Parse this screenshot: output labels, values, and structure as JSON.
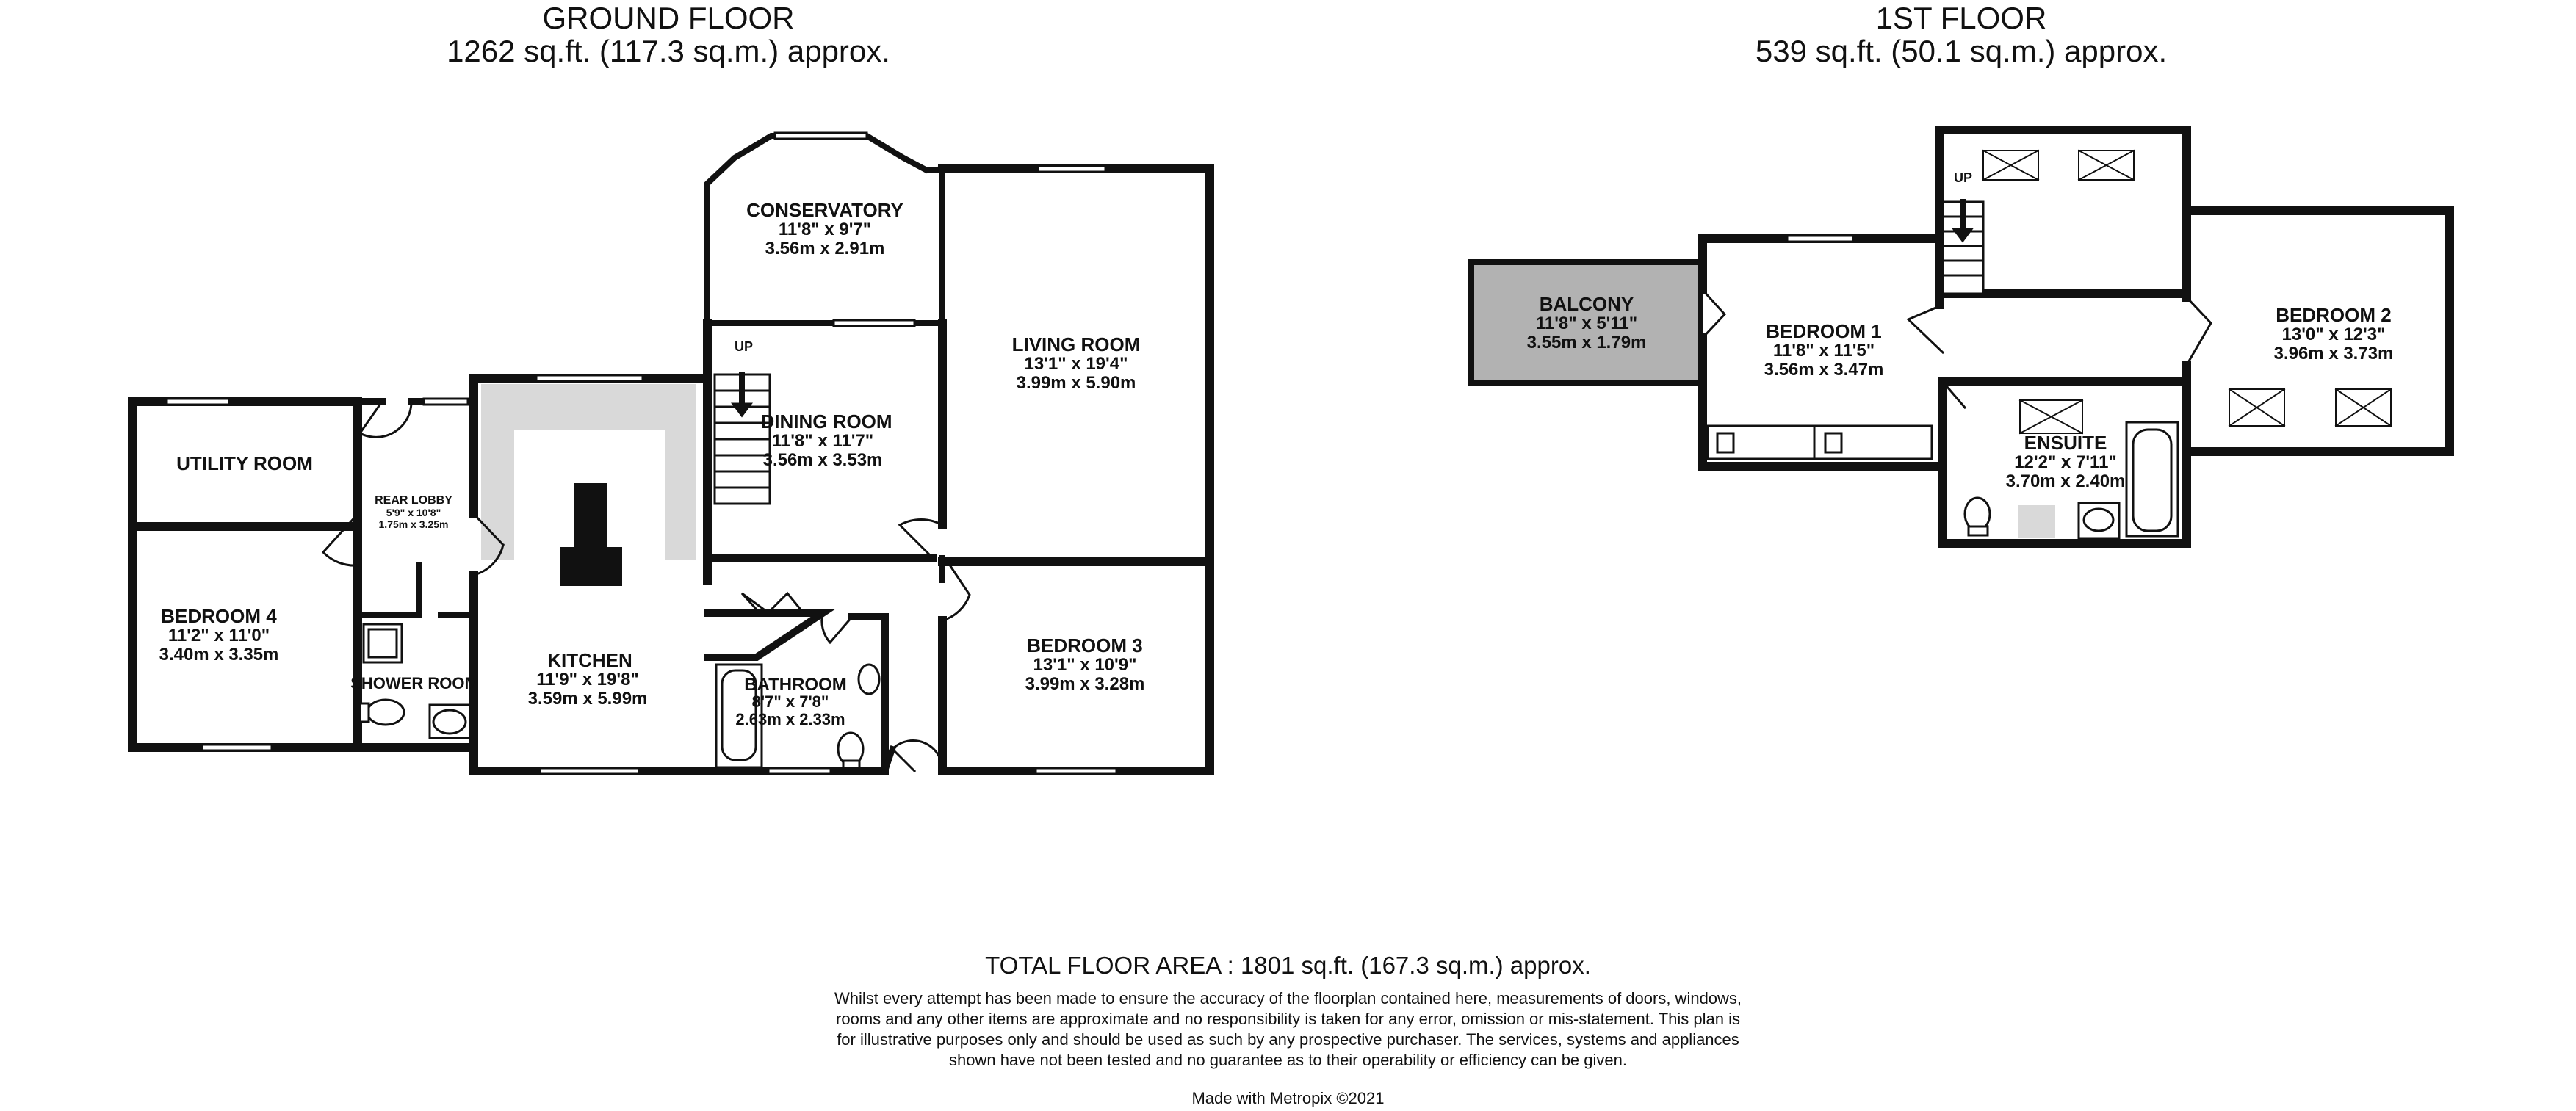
{
  "ground_floor": {
    "title": "GROUND FLOOR",
    "area": "1262 sq.ft. (117.3 sq.m.) approx."
  },
  "first_floor": {
    "title": "1ST FLOOR",
    "area": "539 sq.ft. (50.1 sq.m.) approx."
  },
  "rooms": {
    "conservatory": {
      "name": "CONSERVATORY",
      "imperial": "11'8\"  x 9'7\"",
      "metric": "3.56m  x 2.91m"
    },
    "living_room": {
      "name": "LIVING ROOM",
      "imperial": "13'1\"  x 19'4\"",
      "metric": "3.99m  x 5.90m"
    },
    "dining_room": {
      "name": "DINING ROOM",
      "imperial": "11'8\"  x 11'7\"",
      "metric": "3.56m  x 3.53m"
    },
    "utility_room": {
      "name": "UTILITY ROOM"
    },
    "rear_lobby": {
      "name": "REAR LOBBY",
      "imperial": "5'9\"  x 10'8\"",
      "metric": "1.75m  x 3.25m"
    },
    "bedroom_4": {
      "name": "BEDROOM 4",
      "imperial": "11'2\"  x 11'0\"",
      "metric": "3.40m  x 3.35m"
    },
    "shower_room": {
      "name": "SHOWER ROOM"
    },
    "kitchen": {
      "name": "KITCHEN",
      "imperial": "11'9\"  x 19'8\"",
      "metric": "3.59m  x 5.99m"
    },
    "bathroom": {
      "name": "BATHROOM",
      "imperial": "8'7\"  x 7'8\"",
      "metric": "2.63m  x 2.33m"
    },
    "bedroom_3": {
      "name": "BEDROOM 3",
      "imperial": "13'1\"  x 10'9\"",
      "metric": "3.99m  x 3.28m"
    },
    "balcony": {
      "name": "BALCONY",
      "imperial": "11'8\"  x 5'11\"",
      "metric": "3.55m  x 1.79m"
    },
    "bedroom_1": {
      "name": "BEDROOM 1",
      "imperial": "11'8\"  x 11'5\"",
      "metric": "3.56m  x 3.47m"
    },
    "ensuite": {
      "name": "ENSUITE",
      "imperial": "12'2\"  x 7'11\"",
      "metric": "3.70m  x 2.40m"
    },
    "bedroom_2": {
      "name": "BEDROOM 2",
      "imperial": "13'0\"  x 12'3\"",
      "metric": "3.96m  x 3.73m"
    }
  },
  "stairs": {
    "up_label": "UP"
  },
  "colors": {
    "wall": "#111111",
    "balcony_fill": "#b2b2b2",
    "worktop_fill": "#d9d9d9",
    "text": "#111111"
  },
  "footer": {
    "total": "TOTAL FLOOR AREA : 1801 sq.ft. (167.3 sq.m.) approx.",
    "disclaimer": "Whilst every attempt has been made to ensure the accuracy of the floorplan contained here, measurements of doors, windows, rooms and any other items are approximate and no responsibility is taken for any error, omission or mis-statement. This plan is for illustrative purposes only and should be used as such by any prospective purchaser. The services, systems and appliances shown have not been tested and no guarantee as to their operability or efficiency can be given.",
    "credit": "Made with Metropix ©2021"
  }
}
